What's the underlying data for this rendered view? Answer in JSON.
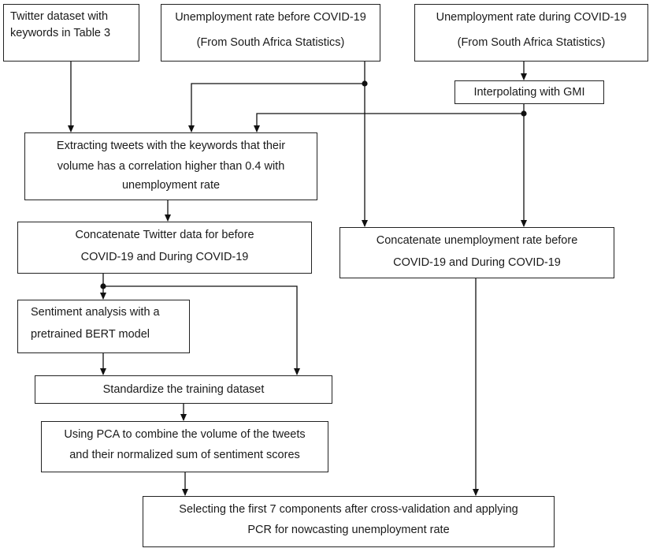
{
  "boxes": {
    "twitter_dataset": {
      "lines": [
        "Twitter dataset with",
        "keywords in Table 3"
      ]
    },
    "unemp_before": {
      "lines": [
        "Unemployment rate before COVID-19",
        "(From South Africa Statistics)"
      ]
    },
    "unemp_during": {
      "lines": [
        "Unemployment rate during COVID-19",
        "(From South Africa Statistics)"
      ]
    },
    "interpolating": {
      "lines": [
        "Interpolating with GMI"
      ]
    },
    "extracting": {
      "lines": [
        "Extracting tweets with the keywords that their",
        "volume has a correlation higher than 0.4 with",
        "unemployment rate"
      ]
    },
    "concat_twitter": {
      "lines": [
        "Concatenate Twitter data for before",
        "COVID-19 and During COVID-19"
      ]
    },
    "concat_unemp": {
      "lines": [
        "Concatenate unemployment rate before",
        "COVID-19 and During COVID-19"
      ]
    },
    "sentiment": {
      "lines": [
        "Sentiment analysis with a",
        "pretrained BERT model"
      ]
    },
    "standardize": {
      "lines": [
        "Standardize the training dataset"
      ]
    },
    "pca": {
      "lines": [
        "Using PCA to combine the volume of the tweets",
        "and their normalized sum of sentiment scores"
      ]
    },
    "selecting": {
      "lines": [
        "Selecting the first 7 components after cross-validation and applying",
        "PCR for nowcasting unemployment rate"
      ]
    }
  }
}
